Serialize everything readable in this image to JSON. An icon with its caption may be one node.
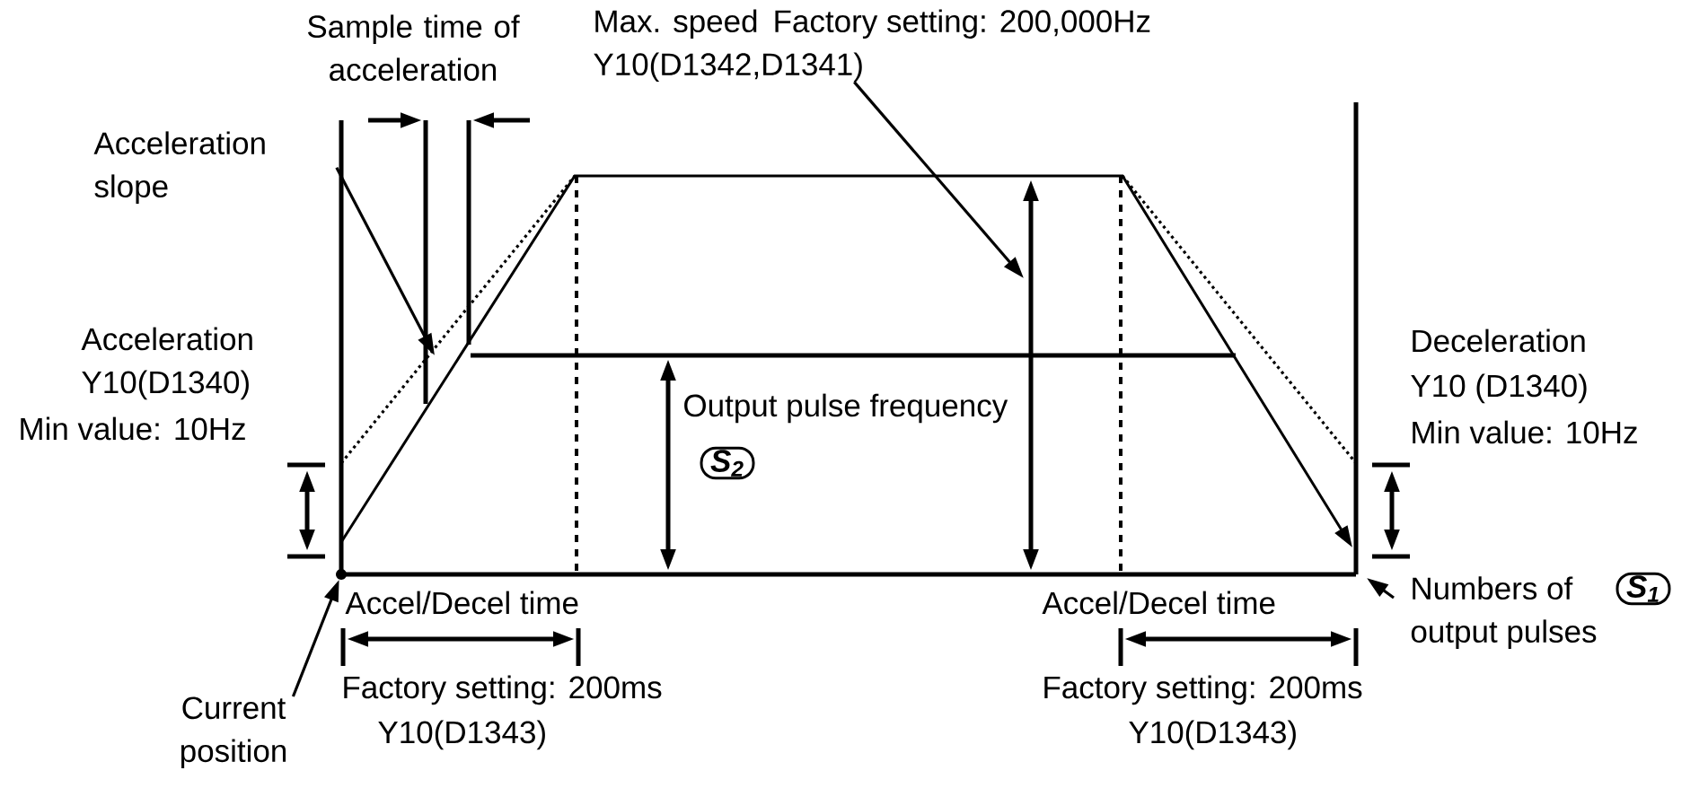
{
  "diagram": {
    "nodes": [
      {
        "text": [
          "Acceleration slope"
        ]
      },
      {
        "text": [
          "Max. speed",
          "Factory setting: 200,000Hz",
          "Y10(D1342,D1341)"
        ]
      },
      {
        "text": [
          "Current position"
        ]
      },
      {
        "text": [],
        "shape": "circle"
      },
      {
        "text": [
          "Numbers of",
          "output pulses"
        ]
      },
      {
        "text": [
          "S$_{1}$"
        ]
      },
      {
        "text": [
          "S$_{2}$"
        ]
      }
    ],
    "edges": [
      {
        "from": 0,
        "to": null,
        "arrow": "to"
      },
      {
        "from": 1,
        "to": null,
        "arrow": "to"
      },
      {
        "from": 2,
        "to": 3,
        "arrow": "to"
      },
      {
        "from": 4,
        "to": null,
        "arrow": "to"
      }
    ],
    "labels": [
      "Sample time of acceleration",
      "Acceleration",
      "Y10(D1340)",
      "Min value: 10Hz",
      "Output pulse frequency",
      "Deceleration",
      "Y10 (D1340)",
      "Min value: 10Hz",
      "Accel/Decel time",
      "Accel/Decel time",
      "Factory setting: 200ms",
      "Y10(D1343)",
      "Factory setting: 200ms",
      "Y10(D1343)"
    ]
  }
}
